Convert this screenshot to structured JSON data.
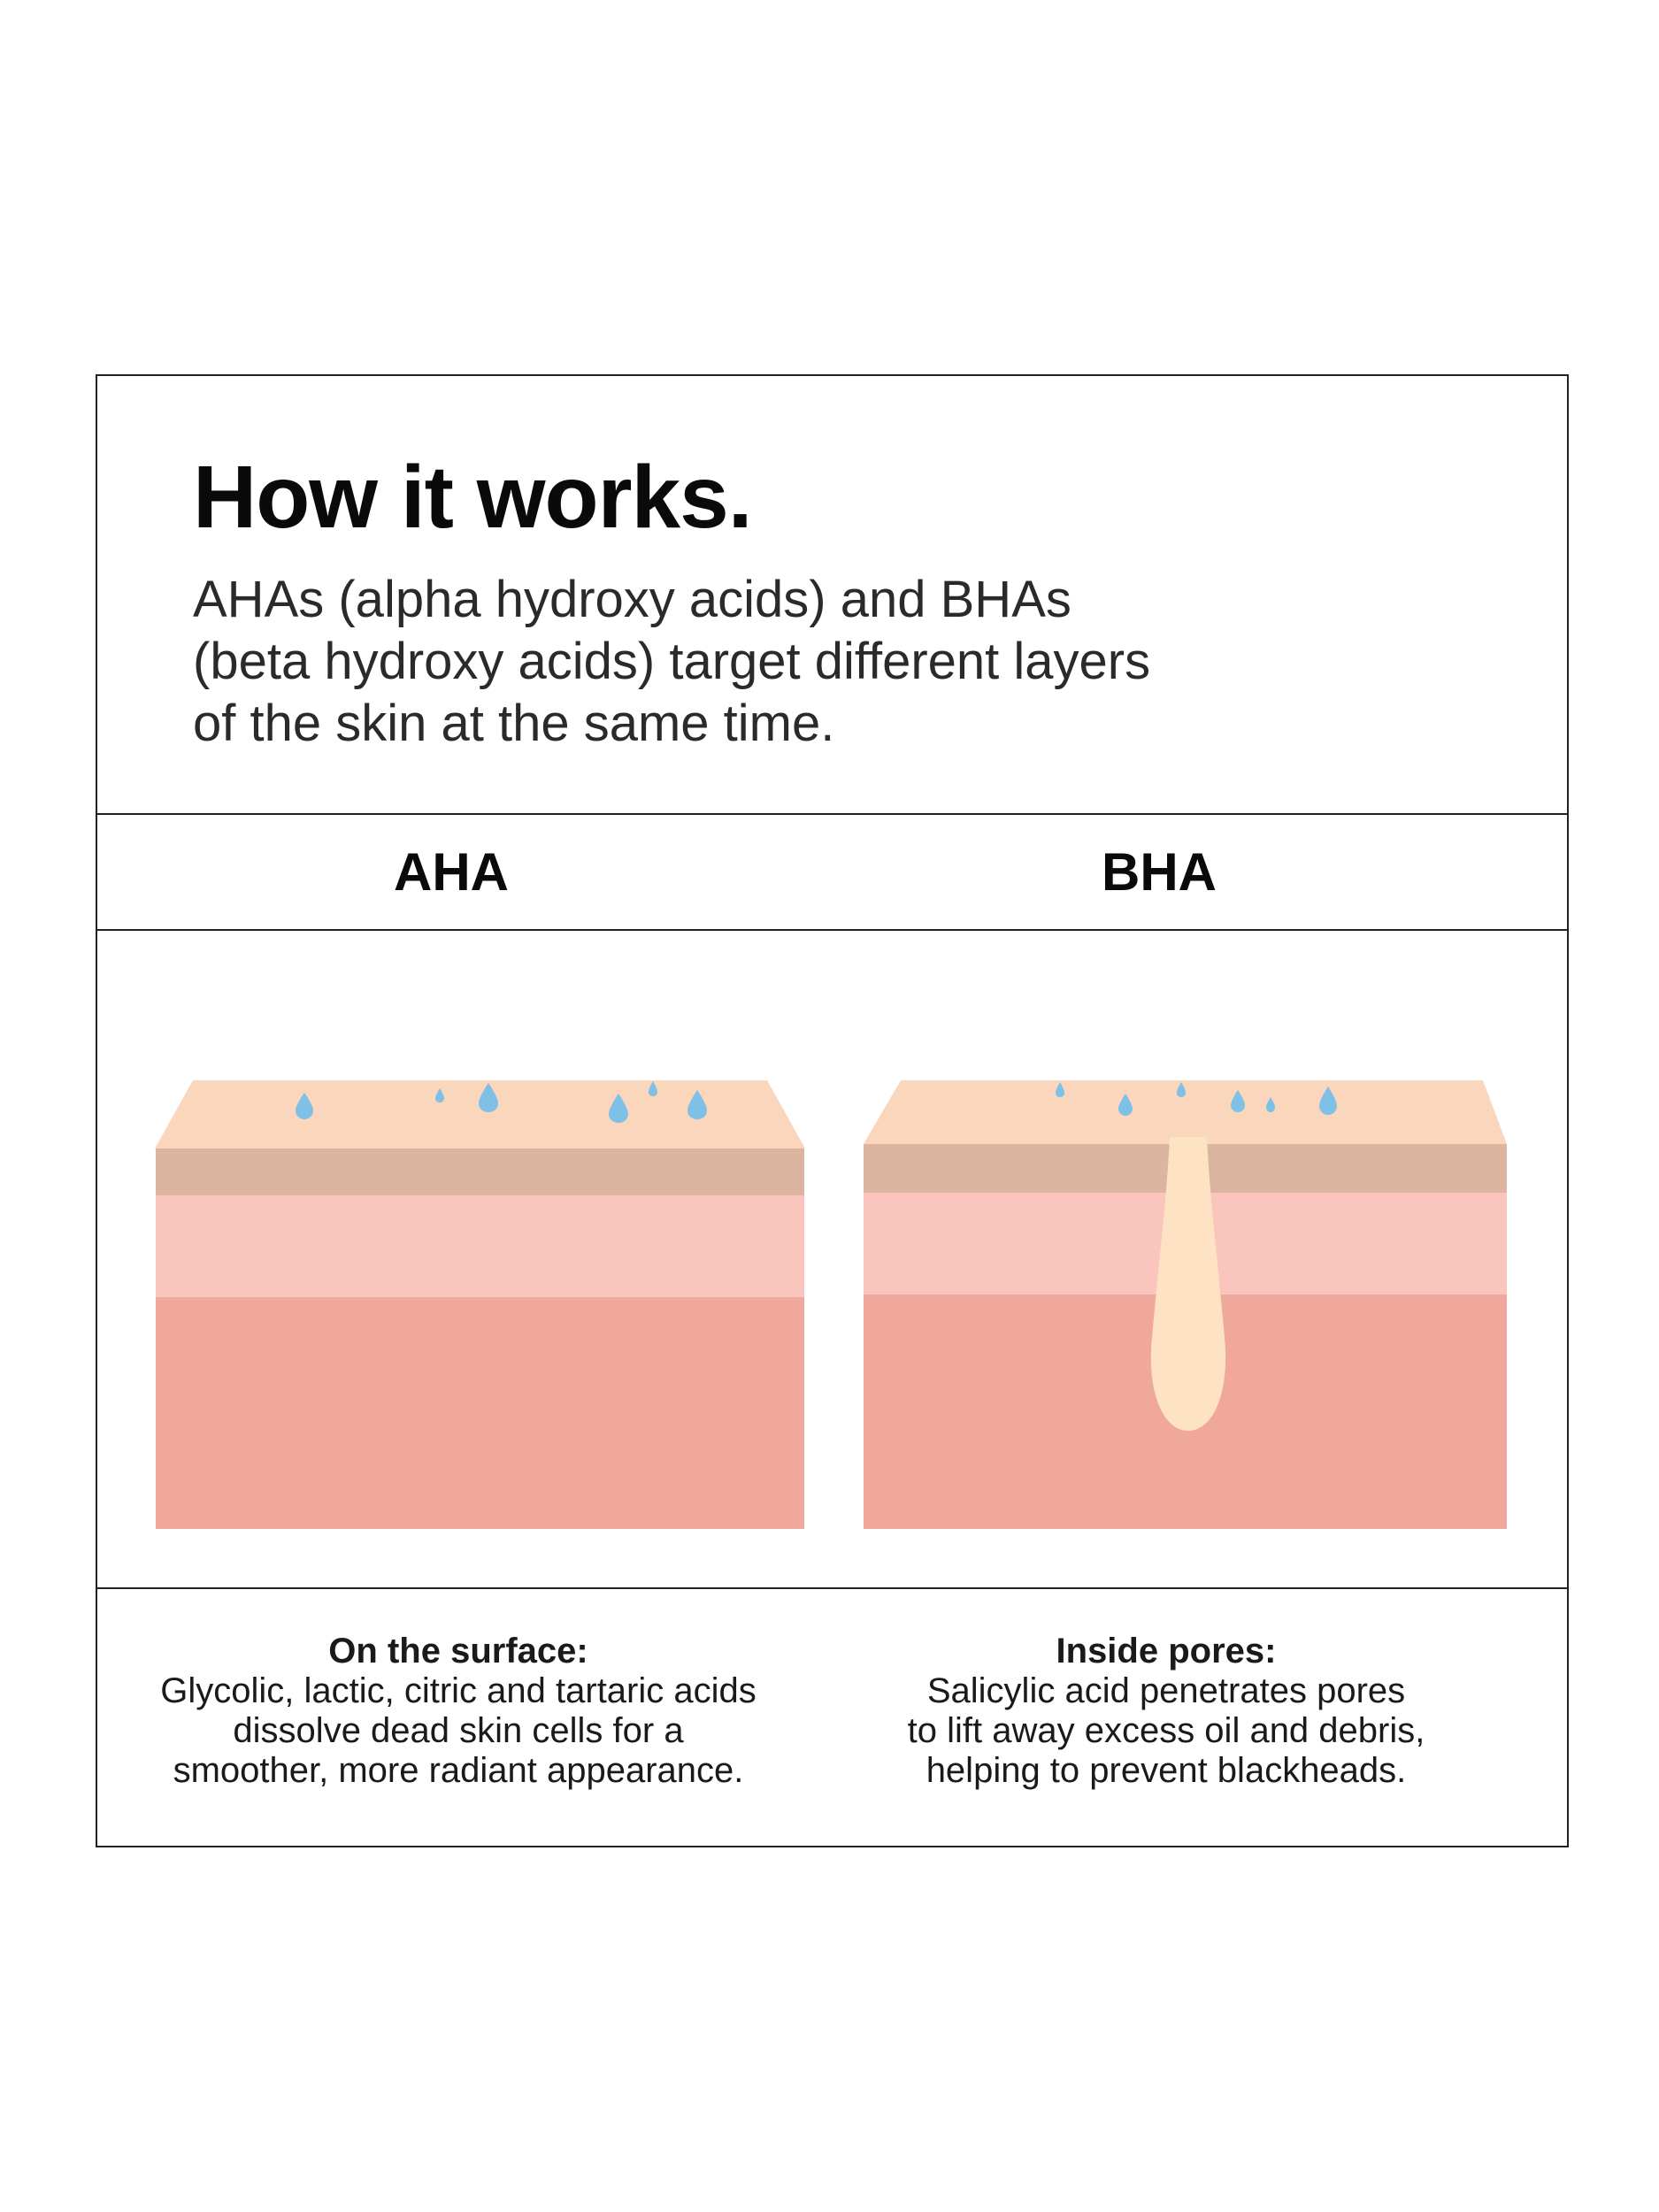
{
  "intro": {
    "title": "How it works.",
    "subtitle_lines": [
      "AHAs (alpha hydroxy acids) and BHAs",
      "(beta hydroxy acids) target different layers",
      "of the skin at the same time."
    ]
  },
  "columns": [
    {
      "header": "AHA",
      "caption_title": "On the surface:",
      "caption_lines": [
        "Glycolic, lactic, citric and tartaric acids",
        "dissolve dead skin cells for a",
        "smoother, more radiant appearance."
      ]
    },
    {
      "header": "BHA",
      "caption_title": "Inside pores:",
      "caption_lines": [
        "Salicylic acid penetrates pores",
        "to lift away excess oil and debris,",
        "helping to prevent blackheads."
      ]
    }
  ],
  "colors": {
    "surface_layer": "#fad6bc",
    "upper_band": "#dbb59f",
    "middle_layer": "#f9c5bd",
    "deep_layer": "#f1a89c",
    "acid_droplet": "#7ec0e6",
    "pore": "#fde3c3",
    "border": "#222222"
  },
  "icons": {
    "droplet": "water-drop-icon",
    "pore": "pore-shape"
  }
}
